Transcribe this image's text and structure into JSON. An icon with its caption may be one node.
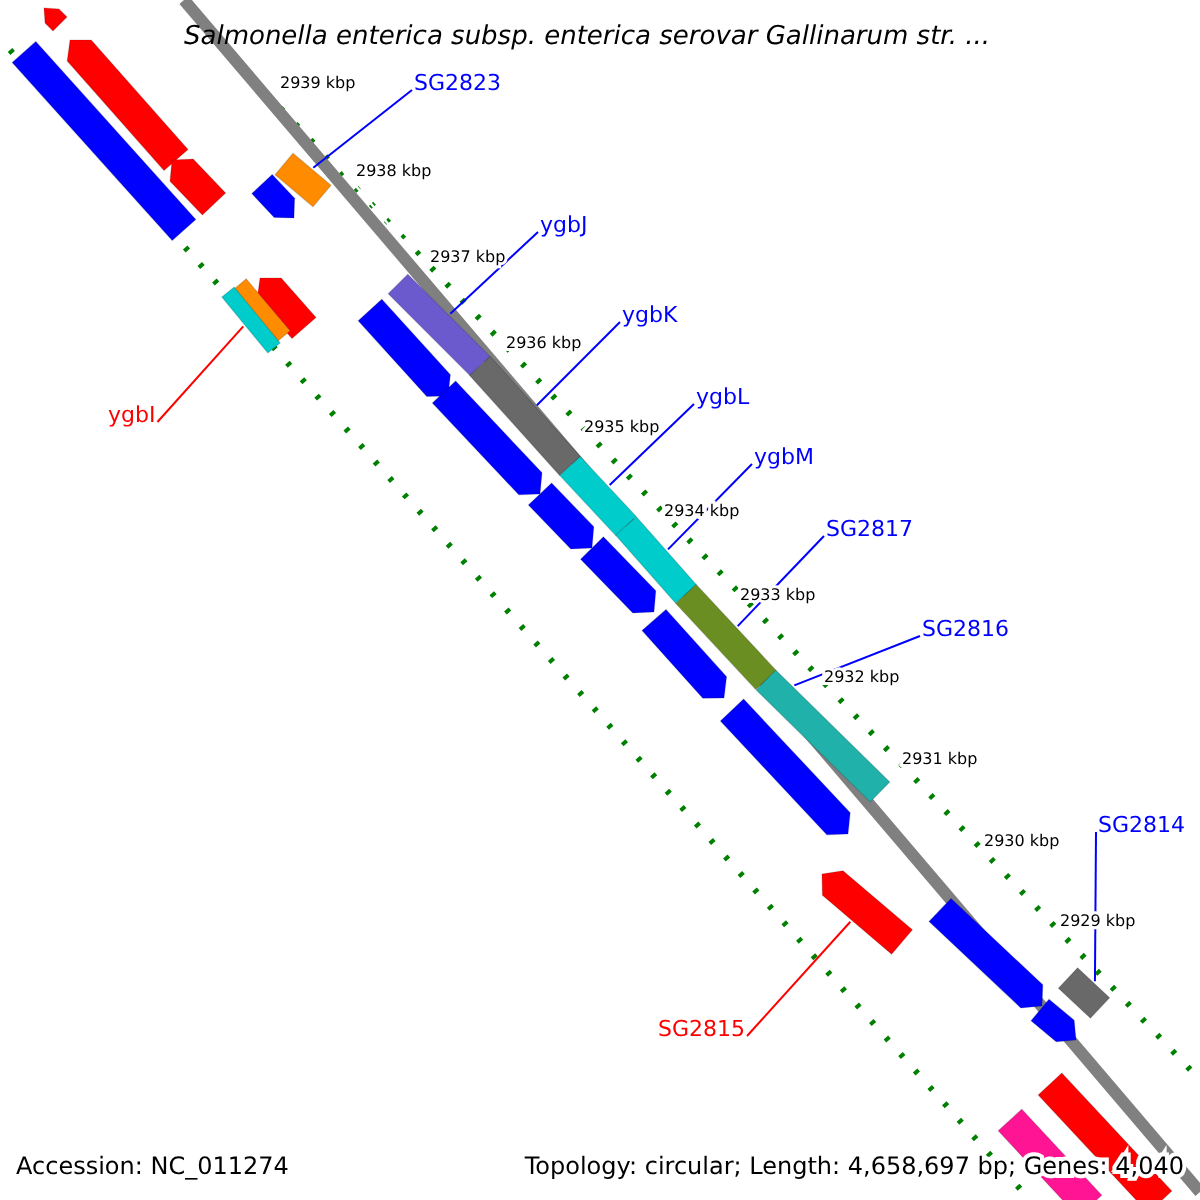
{
  "diagram": {
    "title": "Salmonella enterica subsp. enterica serovar Gallinarum str. ...",
    "nodes": [
      {
        "text": [
          "SG2823"
        ]
      },
      {
        "text": [
          "ygbJ"
        ]
      },
      {
        "text": [
          "ygbK"
        ]
      },
      {
        "text": [
          "ygbI"
        ]
      },
      {
        "text": [
          "ygbL"
        ]
      },
      {
        "text": [
          "ygbM"
        ]
      },
      {
        "text": [
          "SG2817"
        ]
      },
      {
        "text": [
          "SG2816"
        ]
      },
      {
        "text": [
          "SG2814"
        ]
      },
      {
        "text": [
          "SG2815"
        ]
      },
      {
        "text": [],
        "shape": "bar"
      },
      {
        "text": [],
        "shape": "bar"
      },
      {
        "text": [],
        "shape": "bar"
      },
      {
        "text": [],
        "shape": "bar"
      },
      {
        "text": [],
        "shape": "bar"
      },
      {
        "text": [],
        "shape": "bar"
      },
      {
        "text": [],
        "shape": "bar"
      },
      {
        "text": [],
        "shape": "bar"
      },
      {
        "text": [],
        "shape": "bar"
      },
      {
        "text": [],
        "shape": "arrow"
      }
    ],
    "edges": [
      {
        "from": 0,
        "to": 10,
        "arrow": "none"
      },
      {
        "from": 1,
        "to": 11,
        "arrow": "none"
      },
      {
        "from": 2,
        "to": 12,
        "arrow": "none"
      },
      {
        "from": 3,
        "to": 13,
        "arrow": "none",
        "color": "#ff0000"
      },
      {
        "from": 4,
        "to": 14,
        "arrow": "none"
      },
      {
        "from": 5,
        "to": 15,
        "arrow": "none"
      },
      {
        "from": 6,
        "to": 16,
        "arrow": "none"
      },
      {
        "from": 7,
        "to": 17,
        "arrow": "none"
      },
      {
        "from": 8,
        "to": 18,
        "arrow": "none"
      },
      {
        "from": 9,
        "to": 19,
        "arrow": "none",
        "color": "#ff0000"
      }
    ],
    "labels": [
      "2939 kbp",
      "2938 kbp",
      "2937 kbp",
      "2936 kbp",
      "2935 kbp",
      "2934 kbp",
      "2933 kbp",
      "2932 kbp",
      "2931 kbp",
      "2930 kbp",
      "2929 kbp",
      "Accession: NC_011274",
      "Topology: circular; Length: 4,658,697 bp; Genes: 4,040"
    ]
  }
}
